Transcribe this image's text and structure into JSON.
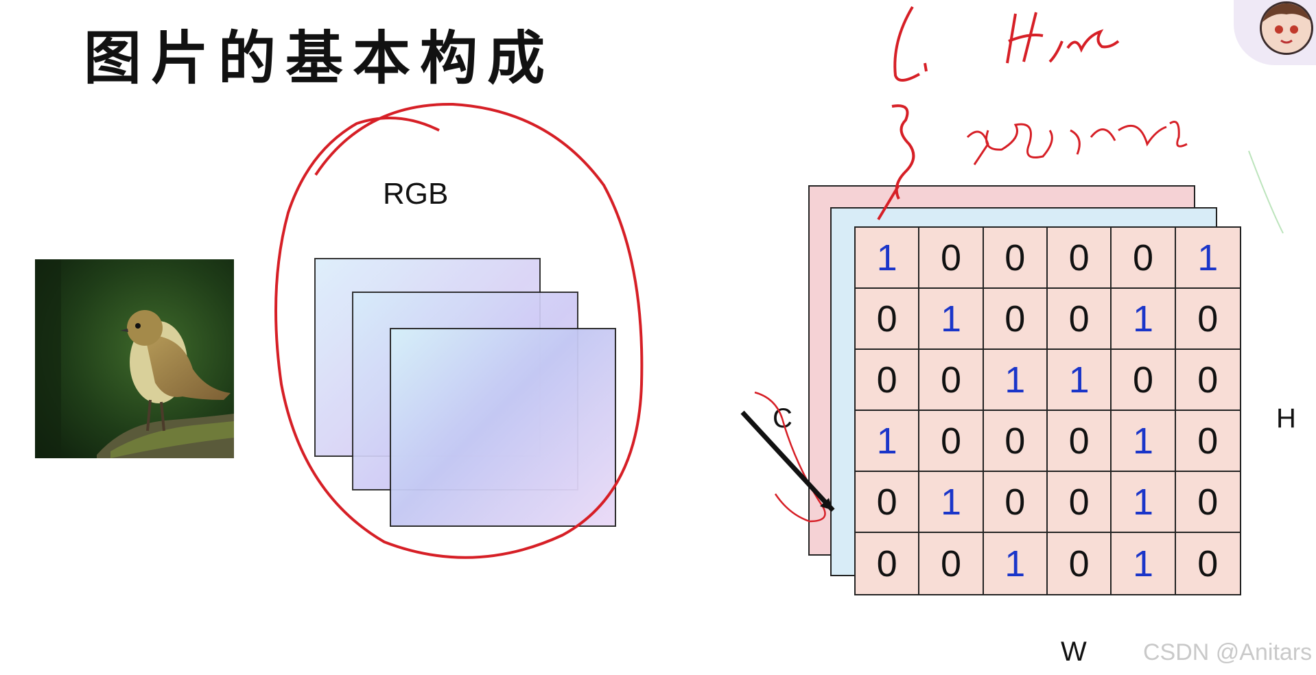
{
  "slide": {
    "title": "图片的基本构成",
    "rgb_label": "RGB",
    "axis_c": "C",
    "axis_h": "H",
    "axis_w": "W",
    "watermark": "CSDN @Anitars",
    "image_caption": ""
  },
  "matrix": [
    [
      "1",
      "0",
      "0",
      "0",
      "0",
      "1"
    ],
    [
      "0",
      "1",
      "0",
      "0",
      "1",
      "0"
    ],
    [
      "0",
      "0",
      "1",
      "1",
      "0",
      "0"
    ],
    [
      "1",
      "0",
      "0",
      "0",
      "1",
      "0"
    ],
    [
      "0",
      "1",
      "0",
      "0",
      "1",
      "0"
    ],
    [
      "0",
      "0",
      "1",
      "0",
      "1",
      "0"
    ]
  ],
  "colors": {
    "ones": "#1a35c9",
    "zeros": "#111111",
    "annotation": "#d61f26",
    "front_layer": "#f8ddd6",
    "middle_layer": "#d8ecf7",
    "back_layer": "#f5d2d5"
  },
  "icons": {
    "avatar": "anime-avatar-icon"
  }
}
